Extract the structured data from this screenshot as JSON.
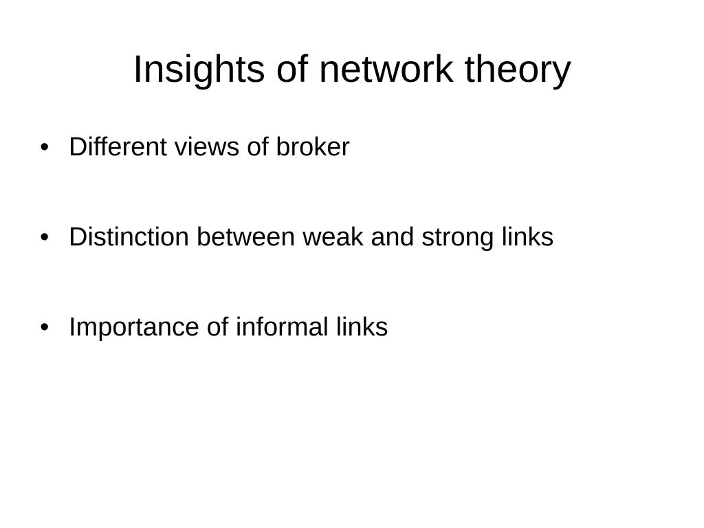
{
  "slide": {
    "title": "Insights of network theory",
    "bullet_marker": "•",
    "bullets": [
      {
        "text": "Different views of broker"
      },
      {
        "text": "Distinction between weak and strong links"
      },
      {
        "text": "Importance of informal links"
      }
    ]
  },
  "colors": {
    "background": "#ffffff",
    "text": "#000000"
  }
}
